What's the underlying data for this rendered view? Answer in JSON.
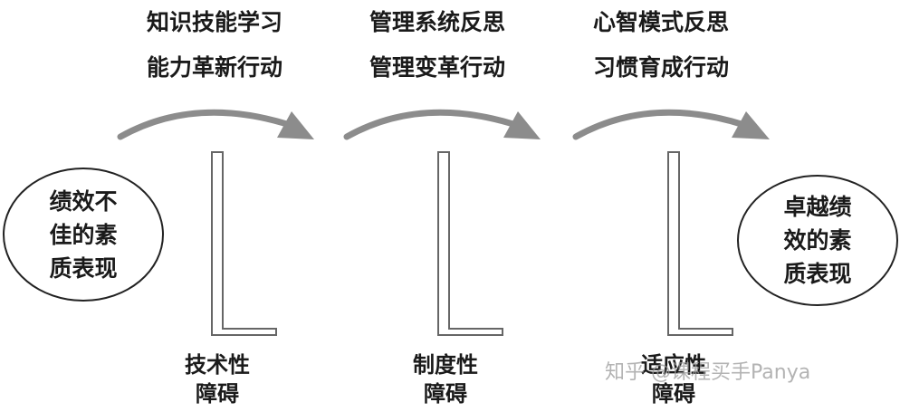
{
  "stages": [
    {
      "line1": "知识技能学习",
      "line2": "能力革新行动"
    },
    {
      "line1": "管理系统反思",
      "line2": "管理变革行动"
    },
    {
      "line1": "心智模式反思",
      "line2": "习惯育成行动"
    }
  ],
  "start_state": {
    "lines": [
      "绩效不",
      "佳的素",
      "质表现"
    ]
  },
  "end_state": {
    "lines": [
      "卓越绩",
      "效的素",
      "质表现"
    ]
  },
  "barriers": [
    {
      "line1": "技术性",
      "line2": "障碍"
    },
    {
      "line1": "制度性",
      "line2": "障碍"
    },
    {
      "line1": "适应性",
      "line2": "障碍"
    }
  ],
  "watermark": "知乎 @课程买手Panya",
  "colors": {
    "arrow": "#8c8c8c",
    "text": "#1a1a1a",
    "outline": "#666666"
  }
}
